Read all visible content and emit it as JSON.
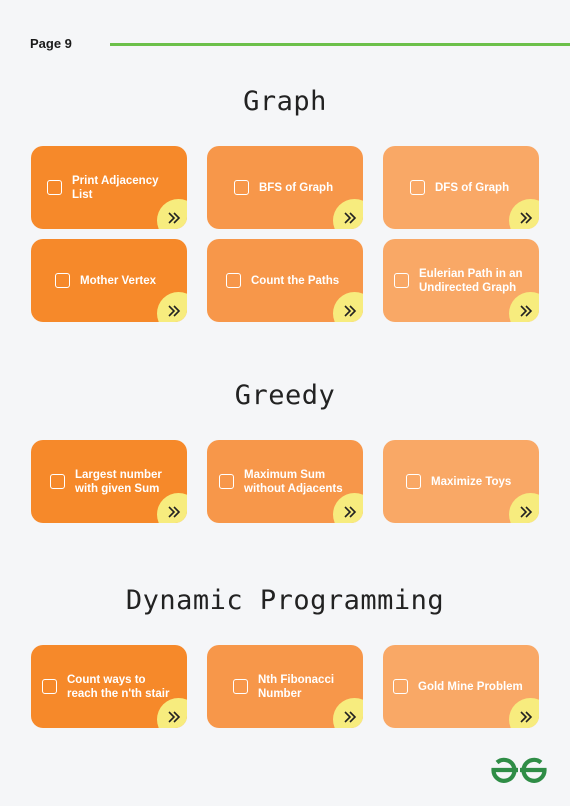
{
  "page": {
    "label": "Page 9"
  },
  "sections": [
    {
      "title": "Graph",
      "items": [
        "Print Adjacency List",
        "BFS of Graph",
        "DFS of Graph",
        "Mother Vertex",
        "Count the Paths",
        "Eulerian Path in an Undirected Graph"
      ]
    },
    {
      "title": "Greedy",
      "items": [
        "Largest number with given Sum",
        "Maximum Sum without Adjacents",
        "Maximize Toys"
      ]
    },
    {
      "title": "Dynamic Programming",
      "items": [
        "Count ways to reach the n'th stair",
        "Nth Fibonacci Number",
        "Gold Mine Problem"
      ]
    }
  ],
  "colors": {
    "card_col1": "#f6892a",
    "card_col2": "#f7974a",
    "card_col3": "#f9a866",
    "corner_accent": "#f7ec7e",
    "rule": "#6cc04a",
    "logo": "#2f8d46"
  },
  "icons": {
    "card_action": "double-chevron-right-icon",
    "card_check": "checkbox-icon",
    "logo": "geeksforgeeks-logo"
  }
}
